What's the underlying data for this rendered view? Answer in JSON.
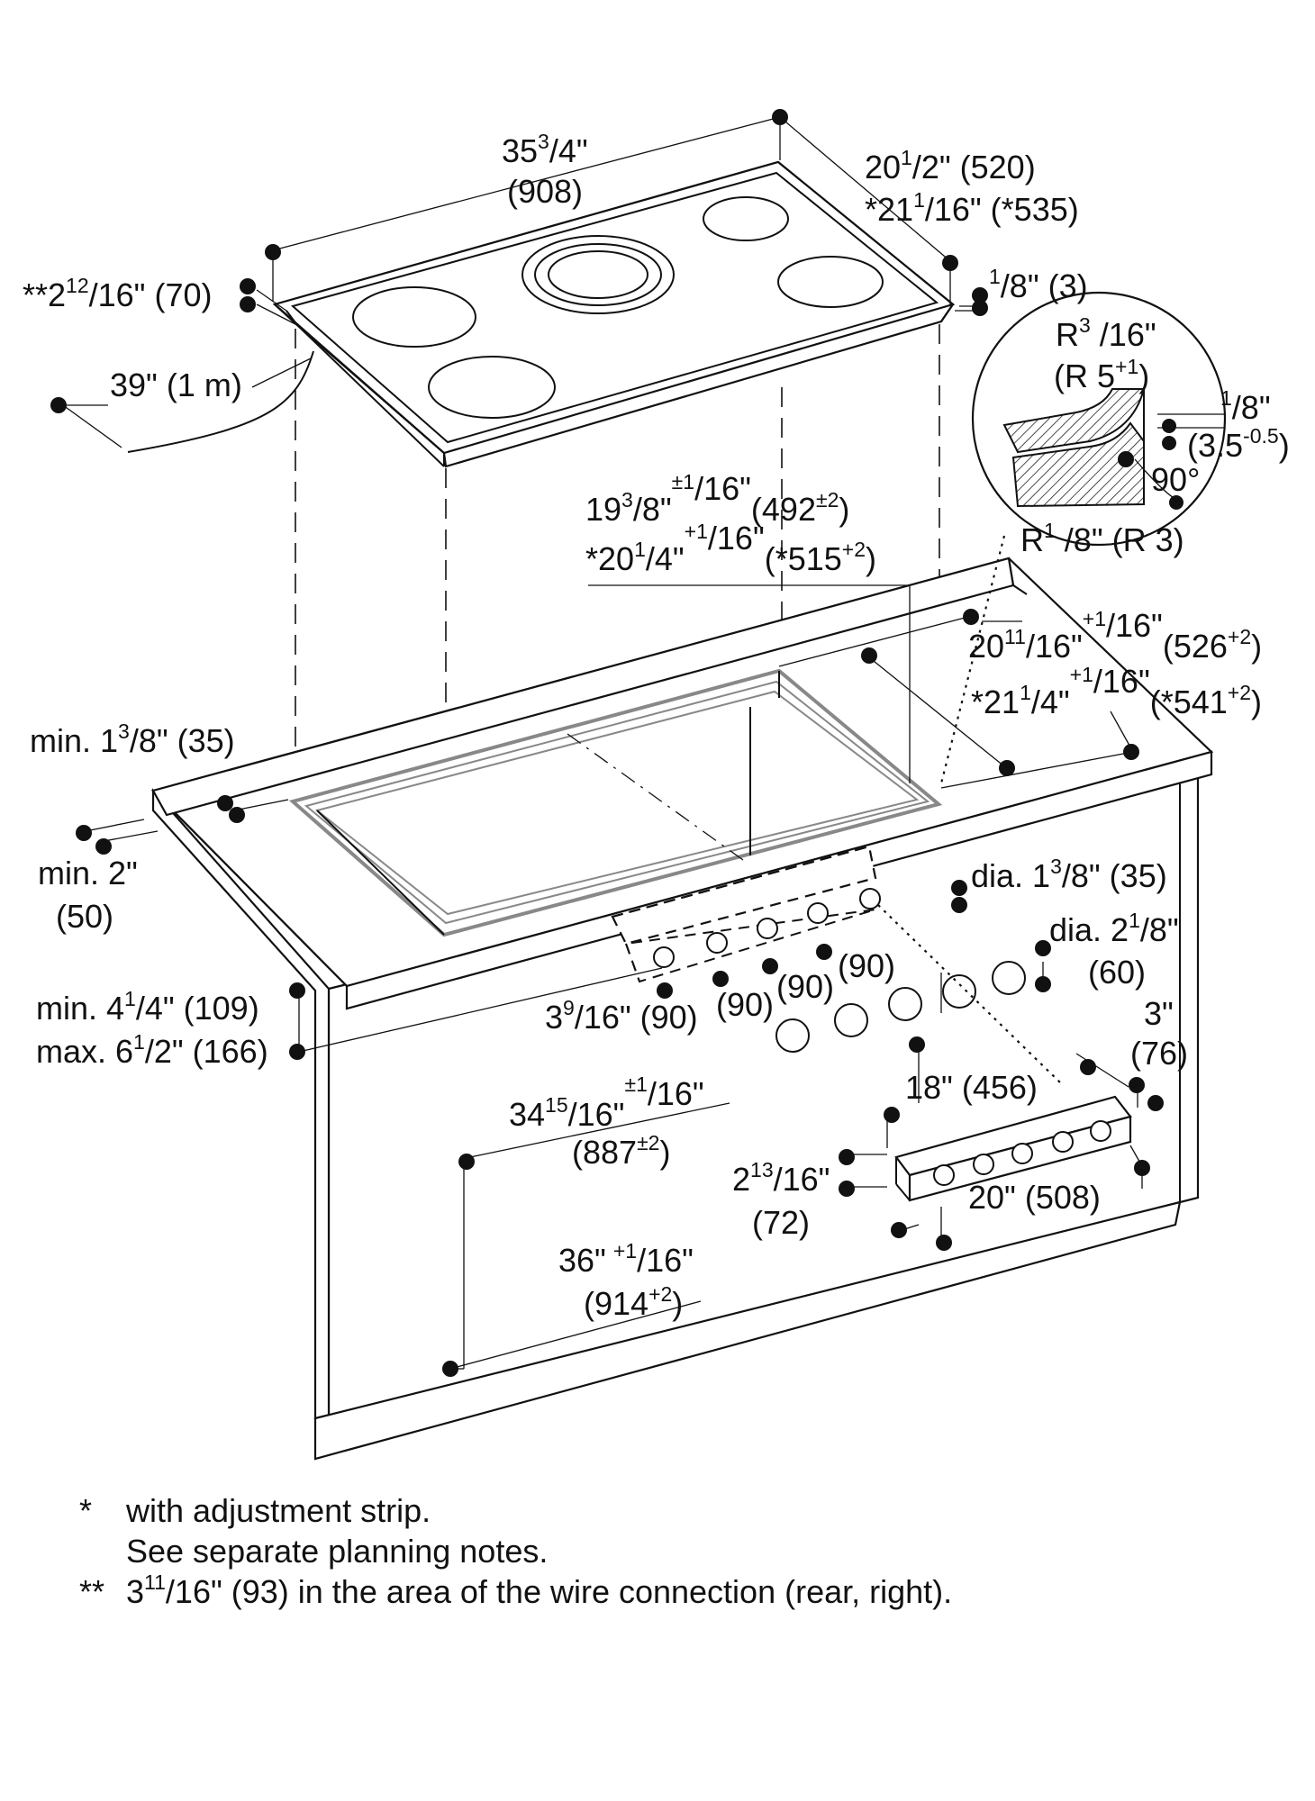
{
  "cooktop": {
    "width": [
      "35",
      "3",
      "/4\"",
      "(908)"
    ],
    "depth": [
      "20",
      "1",
      "/2\" (520)"
    ],
    "depth_adj": [
      "*21",
      "1",
      "/16\" (*535)"
    ],
    "height": [
      "**2",
      "12",
      "/16\" (70)"
    ],
    "rim": [
      "1",
      "/8\" (3)"
    ],
    "cable": "39\" (1 m)"
  },
  "detail": {
    "radius_top": [
      "R",
      "3",
      " /16\""
    ],
    "radius_top_mm": [
      "(R 5",
      "+1",
      ")"
    ],
    "step": [
      "1",
      "/8\""
    ],
    "step_mm": [
      "(3.5",
      "-0.5",
      ")"
    ],
    "angle": "90°",
    "radius_bottom": [
      "R",
      "1",
      " /8\" (R 3)"
    ]
  },
  "cutout": {
    "depth": [
      "19",
      "3",
      "/8\"",
      "±1",
      "/16\"",
      "(492",
      "±2",
      ")"
    ],
    "depth_adj": [
      "*20",
      "1",
      "/4\"",
      "+1",
      "/16\"",
      "(*515",
      "+2",
      ")"
    ],
    "width": [
      "20",
      "11",
      "/16\"",
      "+1",
      "/16\"",
      "(526",
      "+2",
      ")"
    ],
    "width_adj": [
      "*21",
      "1",
      "/4\"",
      "+1",
      "/16\"",
      "(*541",
      "+2",
      ")"
    ],
    "front_min": [
      "min. 1",
      "3",
      "/8\" (35)"
    ],
    "side_min": [
      "min. 2\"",
      "(50)"
    ],
    "counter_min": [
      "min. 4",
      "1",
      "/4\" (109)"
    ],
    "counter_max": [
      "max. 6",
      "1",
      "/2\" (166)"
    ],
    "overall_width": [
      "34",
      "15",
      "/16\"",
      "±1",
      "/16\"",
      "(887",
      "±2",
      ")"
    ],
    "cabinet_width": [
      "36\"",
      "+1",
      "/16\"",
      "(914",
      "+2",
      ")"
    ]
  },
  "knobs": {
    "hole_dia": [
      "dia. 1",
      "3",
      "/8\" (35)"
    ],
    "knob_dia": [
      "dia. 2",
      "1",
      "/8\"",
      "(60)"
    ],
    "spacing": [
      "3",
      "9",
      "/16\" (90)"
    ],
    "spacing_2": "(90)",
    "spacing_3": "(90)",
    "spacing_4": "(90)",
    "bar_depth": [
      "3\"",
      "(76)"
    ],
    "bar_length": "18\" (456)",
    "bar_height": [
      "2",
      "13",
      "/16\"",
      "(72)"
    ],
    "bar_total": "20\" (508)"
  },
  "footnotes": {
    "star": "*",
    "star_text": "with adjustment strip.",
    "star_text_2": "See separate planning notes.",
    "double_star": "**",
    "double_star_pre": "3",
    "double_star_sup": "11",
    "double_star_text": "/16\" (93) in the area of the wire connection (rear, right)."
  }
}
